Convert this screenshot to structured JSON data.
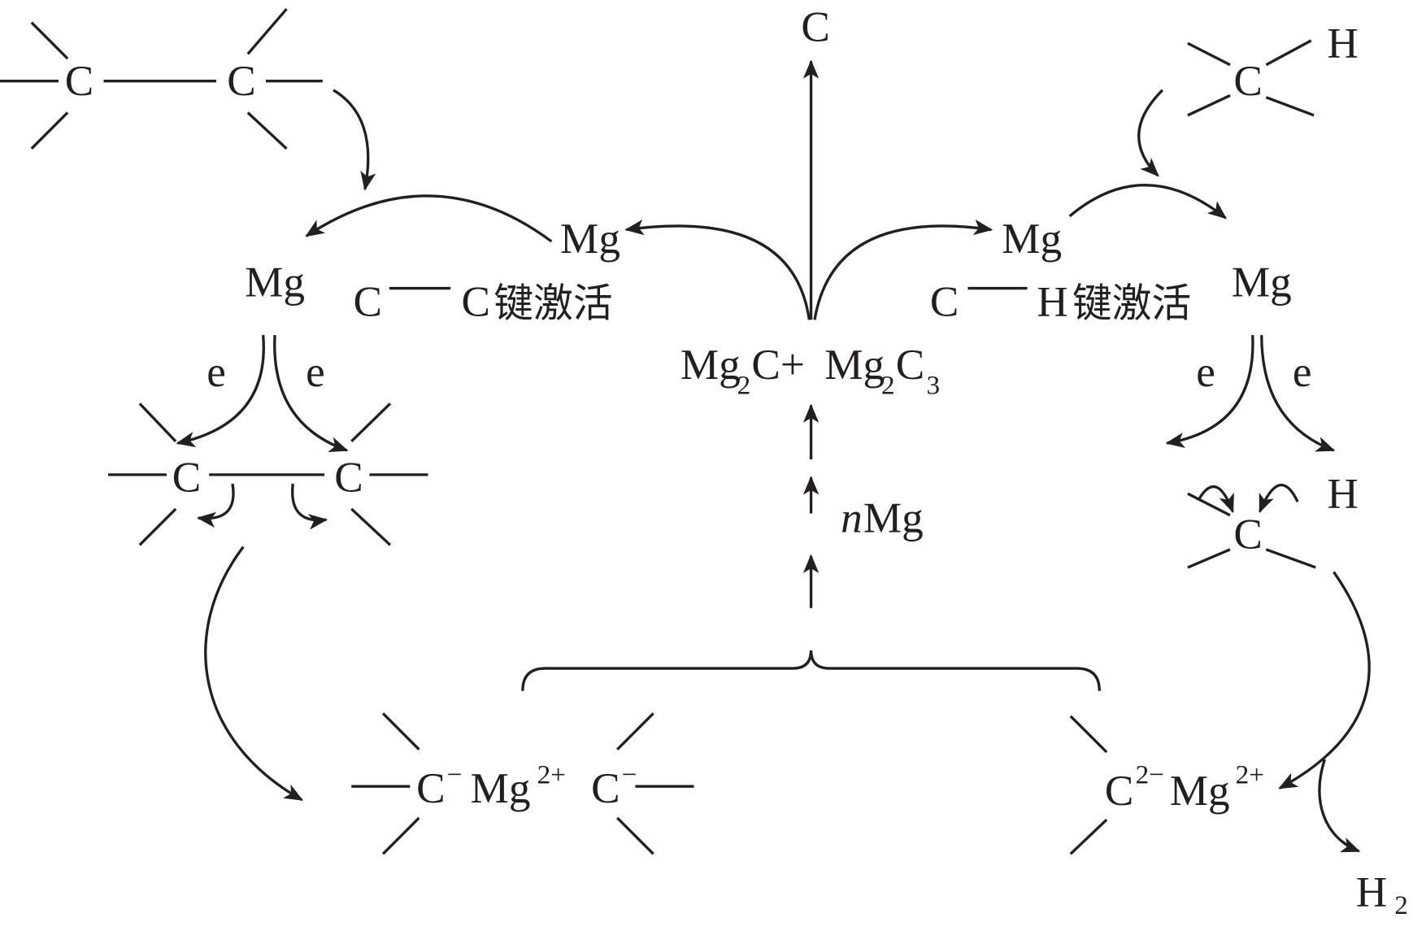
{
  "colors": {
    "ink": "#231f20",
    "background": "#ffffff"
  },
  "labels": {
    "C": "C",
    "H": "H",
    "Mg": "Mg",
    "e": "e",
    "cc_activation": "键激活",
    "ch_activation": "键激活",
    "product_Mg2C_a": "Mg",
    "product_sub2": "2",
    "product_C_plus": "C+",
    "product_Mg_b": "Mg",
    "product_C3": "C",
    "product_sub3": "3",
    "n": "n",
    "nMg": "Mg",
    "minus": "−",
    "two_plus": "2+",
    "two_minus": "2−",
    "H2": "H",
    "H2_sub": "2"
  }
}
